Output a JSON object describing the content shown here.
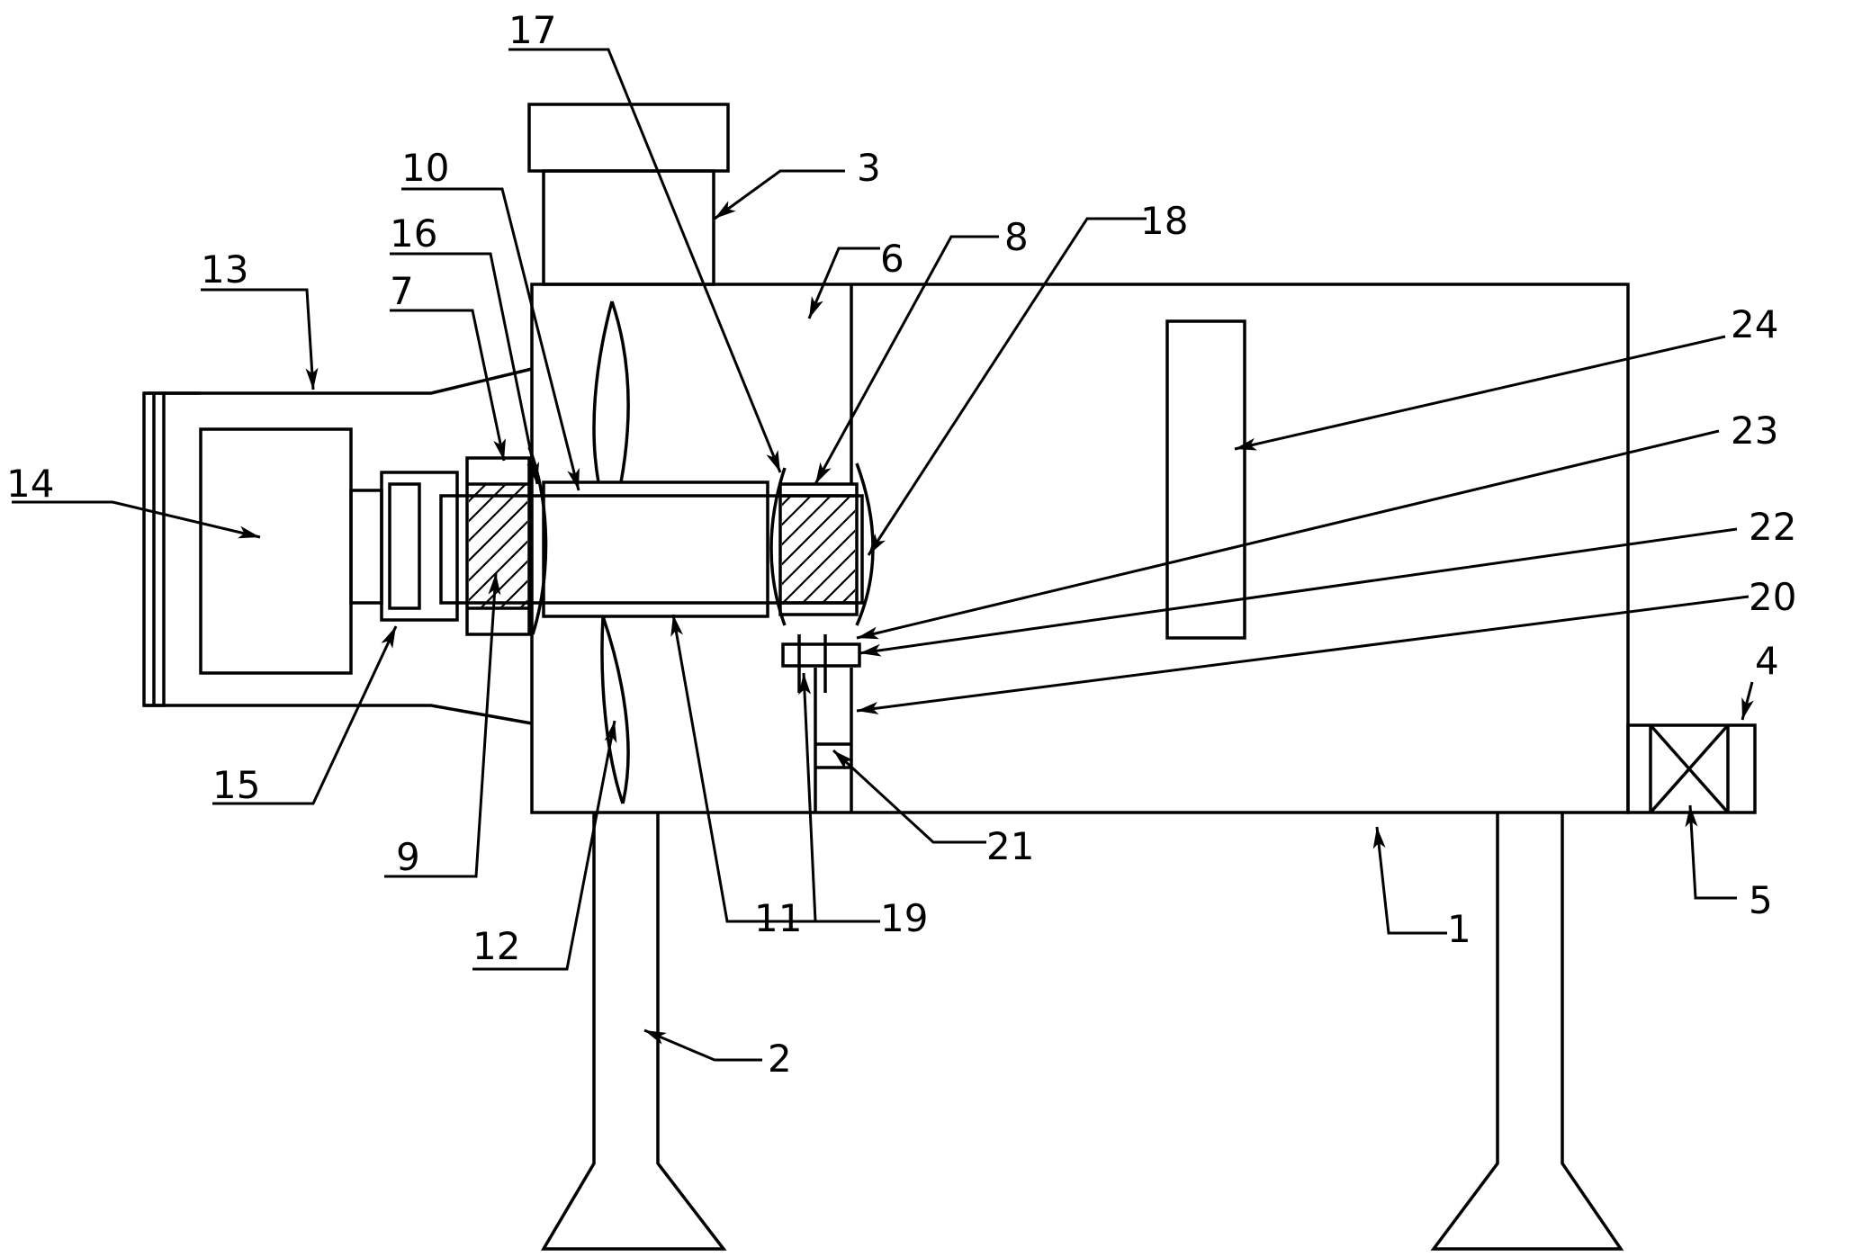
{
  "colors": {
    "line": "#000000",
    "background": "#ffffff"
  },
  "callouts": {
    "c1": "1",
    "c2": "2",
    "c3": "3",
    "c4": "4",
    "c5": "5",
    "c6": "6",
    "c7": "7",
    "c8": "8",
    "c9": "9",
    "c10": "10",
    "c11": "11",
    "c12": "12",
    "c13": "13",
    "c14": "14",
    "c15": "15",
    "c16": "16",
    "c17": "17",
    "c18": "18",
    "c19": "19",
    "c20": "20",
    "c21": "21",
    "c22": "22",
    "c23": "23",
    "c24": "24"
  }
}
